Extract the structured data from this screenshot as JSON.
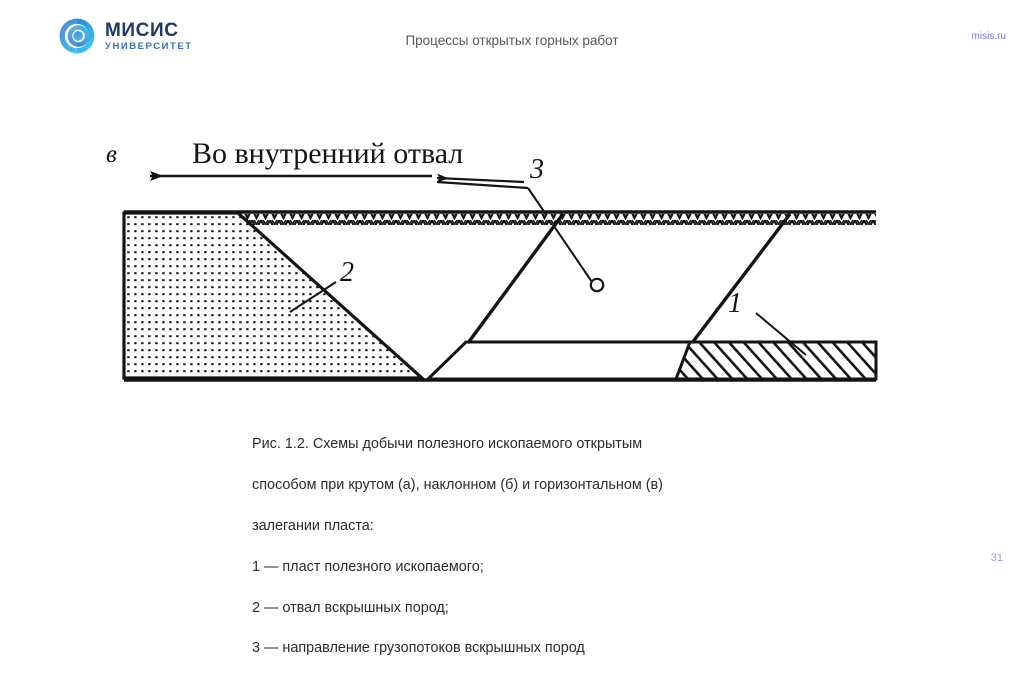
{
  "header": {
    "logo_main": "МИСИС",
    "logo_sub": "УНИВЕРСИТЕТ",
    "logo_icon": "misis-circular-logo-icon",
    "title": "Процессы открытых горных работ",
    "url": "misis.ru",
    "url_color": "#6f77d6",
    "title_color": "#59595c"
  },
  "figure": {
    "panel_letter": "в",
    "flow_label": "Во внутренний отвал",
    "callout_1": "1",
    "callout_2": "2",
    "callout_3": "3",
    "line_color": "#111111",
    "fill_dump_pattern": "dotted",
    "fill_seam_pattern": "diagonal-hatch",
    "surface_pattern": "sawtooth-hatch"
  },
  "caption": {
    "lines": [
      "Рис. 1.2. Схемы добычи полезного ископаемого открытым",
      "способом при крутом (а), наклонном (б) и горизонтальном (в)",
      "залегании пласта:",
      "1 — пласт полезного ископаемого;",
      "2 — отвал вскрышных пород;",
      "3 — направление грузопотоков вскрышных пород"
    ]
  },
  "footer": {
    "page_number": "31",
    "page_number_color": "#9aa0dd"
  }
}
